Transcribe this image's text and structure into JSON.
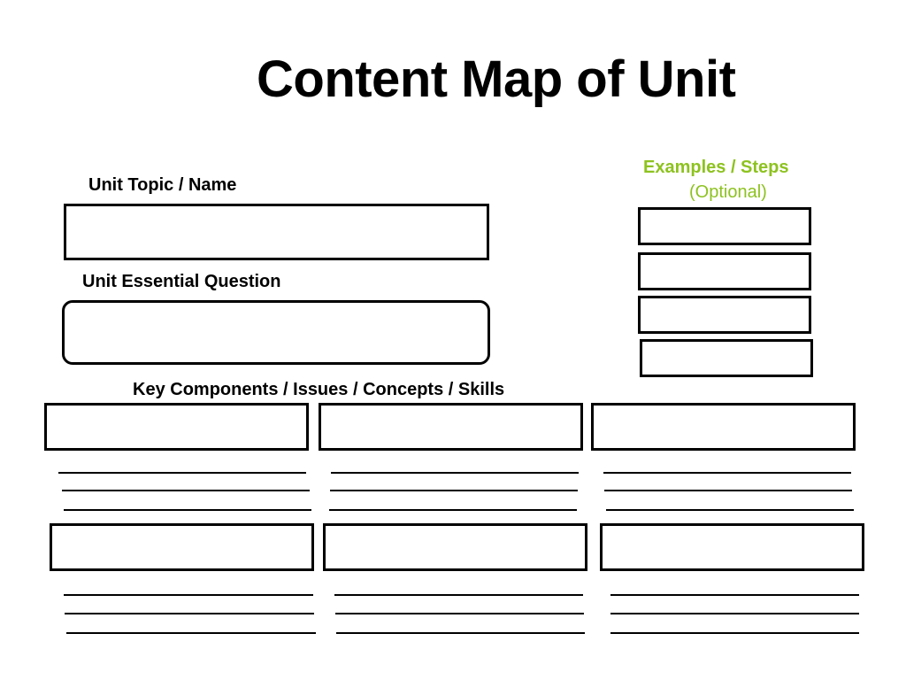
{
  "title": "Content Map of Unit",
  "examples": {
    "heading": "Examples / Steps",
    "note": "(Optional)"
  },
  "unit_topic": {
    "label": "Unit Topic / Name"
  },
  "essential_question": {
    "label": "Unit Essential Question"
  },
  "key_components": {
    "label": "Key Components / Issues / Concepts / Skills"
  }
}
